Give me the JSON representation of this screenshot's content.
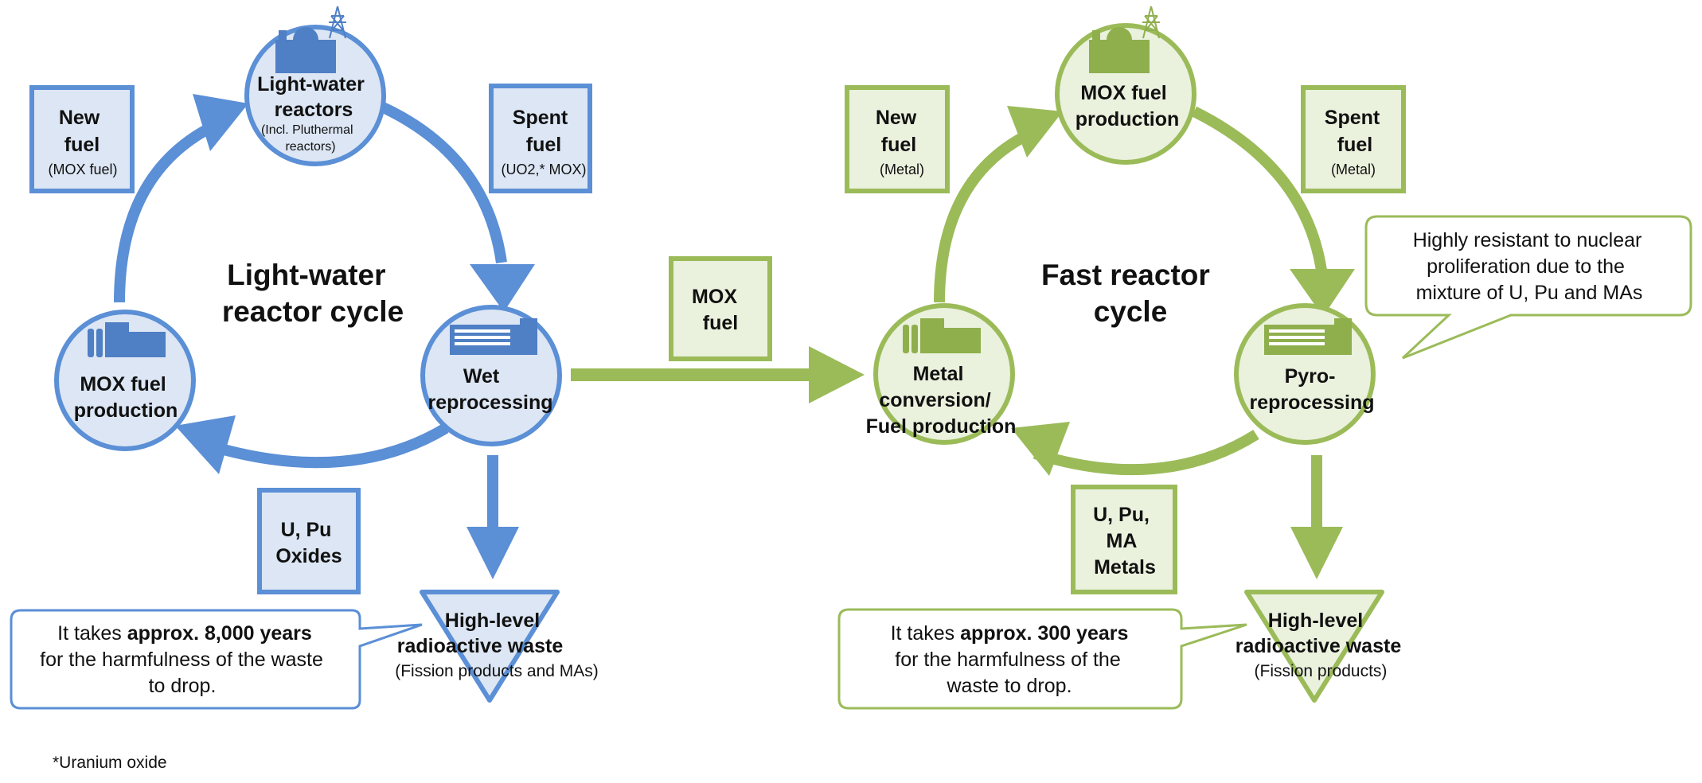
{
  "colors": {
    "blue_stroke": "#5b8fd6",
    "blue_fill": "#dce6f4",
    "blue_icon": "#4f7fc4",
    "green_stroke": "#9bbb59",
    "green_fill": "#eaf1dd",
    "green_icon": "#8faf4d",
    "text": "#111111"
  },
  "lwr": {
    "title": [
      "Light-water",
      "reactor cycle"
    ],
    "reactor": {
      "label": [
        "Light-water",
        "reactors"
      ],
      "note": [
        "(Incl. Pluthermal",
        "reactors)"
      ]
    },
    "mox_production": [
      "MOX fuel",
      "production"
    ],
    "wet_reprocessing": [
      "Wet",
      "reprocessing"
    ],
    "new_fuel": {
      "label": [
        "New",
        "fuel"
      ],
      "note": "(MOX fuel)"
    },
    "spent_fuel": {
      "label": [
        "Spent",
        "fuel"
      ],
      "note": "(UO2,* MOX)"
    },
    "u_pu": [
      "U, Pu",
      "Oxides"
    ],
    "waste": {
      "label": [
        "High-level",
        "radioactive waste"
      ],
      "note": "(Fission products and MAs)"
    },
    "callout": {
      "pre": "It takes ",
      "bold": "approx. 8,000 years",
      "line2": "for the harmfulness of the waste",
      "line3": "to drop."
    }
  },
  "transfer": {
    "label": [
      "MOX",
      "fuel"
    ]
  },
  "fr": {
    "title": [
      "Fast reactor",
      "cycle"
    ],
    "mox_production": [
      "MOX fuel",
      "production"
    ],
    "pyro": [
      "Pyro-",
      "reprocessing"
    ],
    "metal_conversion": [
      "Metal",
      "conversion/",
      "Fuel production"
    ],
    "new_fuel": {
      "label": [
        "New",
        "fuel"
      ],
      "note": "(Metal)"
    },
    "spent_fuel": {
      "label": [
        "Spent",
        "fuel"
      ],
      "note": "(Metal)"
    },
    "u_pu_ma": [
      "U, Pu,",
      "MA",
      "Metals"
    ],
    "waste": {
      "label": [
        "High-level",
        "radioactive waste"
      ],
      "note": "(Fission products)"
    },
    "callout": {
      "pre": "It takes ",
      "bold": "approx. 300 years",
      "line2": "for the harmfulness of the",
      "line3": "waste to drop."
    },
    "resistance_callout": [
      "Highly resistant to nuclear",
      "proliferation due to the",
      "mixture of U, Pu and MAs"
    ]
  },
  "footnote": "*Uranium oxide"
}
